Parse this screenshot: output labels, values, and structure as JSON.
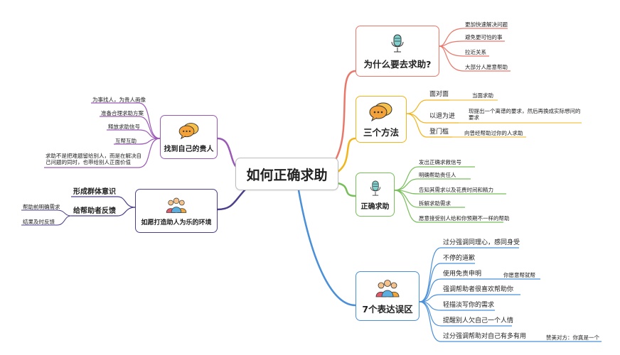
{
  "root": "如何正确求助",
  "branches": {
    "why": {
      "title": "为什么要去求助?",
      "color": "#e9786a",
      "items": [
        "更加快速解决问题",
        "避免更可怕的事",
        "拉近关系",
        "大部分人愿意帮助"
      ]
    },
    "methods": {
      "title": "三个方法",
      "color": "#f1b51c",
      "items": [
        {
          "label": "面对面",
          "detail": "当面求助"
        },
        {
          "label": "以退为进",
          "detail": "现提出一个离谱的要求，然后再换成实际想问的要求"
        },
        {
          "label": "登门槛",
          "detail": "向曾经帮助过你的人求助"
        }
      ]
    },
    "correct": {
      "title": "正确求助",
      "color": "#78be5a",
      "items": [
        "发出正确求救信号",
        "明确帮助责任人",
        "告知其需求以及花费时间和精力",
        "拆解求助需求",
        "愿意接受别人给和你预期不一样的帮助"
      ]
    },
    "mistakes": {
      "title": "7个表达误区",
      "color": "#4a90d9",
      "items": [
        {
          "label": "过分强调同理心，感同身受"
        },
        {
          "label": "不停的道歉"
        },
        {
          "label": "使用免责申明",
          "detail": "你愿意帮就帮"
        },
        {
          "label": "强调帮助者很喜欢帮助你"
        },
        {
          "label": "轻描淡写你的需求"
        },
        {
          "label": "提醒别人欠自己一个人情"
        },
        {
          "label": "过分强调帮助对自己有多有用",
          "detail": "赞美对方：你真是一个"
        }
      ]
    },
    "noble": {
      "title": "找到自己的贵人",
      "color": "#9b59b6",
      "items": [
        "为事找人，为贵人画像",
        "准备合理求助方案",
        "释放求助信号",
        "互帮互助",
        "求助不是把难题留给别人，而是在解决自己问题的同时，也带给别人正面价值"
      ]
    },
    "env": {
      "title": "如愿打造助人为乐的环境",
      "color": "#4b3e8c",
      "items": [
        {
          "label": "形成群体意识"
        },
        {
          "label": "给帮助者反馈",
          "children": [
            "帮助前明确需求",
            "结果及时反馈"
          ]
        }
      ]
    }
  }
}
